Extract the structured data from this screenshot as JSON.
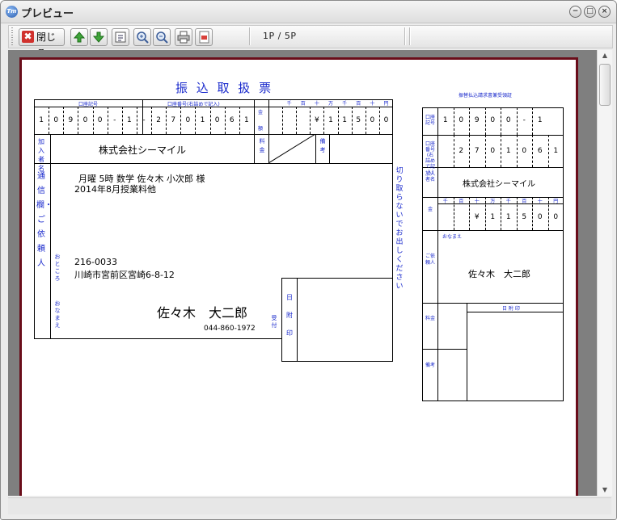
{
  "window": {
    "title": "プレビュー",
    "icon_label": "Tm"
  },
  "toolbar": {
    "close_label": "閉じる",
    "page_indicator": "1P / 5P"
  },
  "doc": {
    "title": "振 込 取 扱 票",
    "acct_label": "口座記号",
    "acct_num_label": "口座番号(右詰めで記入)",
    "acct_digits": [
      "1",
      "0",
      "9",
      "0",
      "0",
      "-",
      "1",
      "-",
      "2",
      "7",
      "0",
      "1",
      "0",
      "6",
      "1"
    ],
    "kin_label": "金",
    "gaku_label": "額",
    "amt_units": [
      "千",
      "百",
      "十",
      "万",
      "千",
      "百",
      "十",
      "円"
    ],
    "amount": [
      "",
      "",
      "",
      "¥",
      "1",
      "1",
      "5",
      "0",
      "0"
    ],
    "payee_label": "加入者名",
    "payee": "株式会社シーマイル",
    "fee_label": "料金",
    "note_label": "備考",
    "comm_label": "通信欄・ご依頼人",
    "cut_text": "切り取らないでお出しください",
    "message_line1": "月曜 5時 数学 佐々木 小次郎 様",
    "message_line2": "2014年8月授業料他",
    "address_label": "おところ",
    "name_label": "おなまえ",
    "zip": "216-0033",
    "address": "川崎市宮前区宮崎6-8-12",
    "sender": "佐々木　大二郎",
    "phone": "044-860-1972",
    "stamp_label": "日附印",
    "handler_label": "受付",
    "receipt_title": "振替払込請求書兼受領証",
    "receipt_acct_digits": [
      "1",
      "0",
      "9",
      "0",
      "0",
      "-",
      "1"
    ],
    "receipt_num_digits": [
      "2",
      "7",
      "0",
      "1",
      "0",
      "6",
      "1"
    ],
    "receipt_payee": "株式会社シーマイル",
    "receipt_amount": [
      "",
      "",
      "¥",
      "1",
      "1",
      "5",
      "0",
      "0"
    ],
    "receipt_name_label": "おなまえ",
    "receipt_requester_label": "ご依頼人",
    "receipt_name": "佐々木　大二郎",
    "receipt_stamp_label": "日 附 印",
    "receipt_fee_label": "料金",
    "receipt_note_label": "備考"
  }
}
